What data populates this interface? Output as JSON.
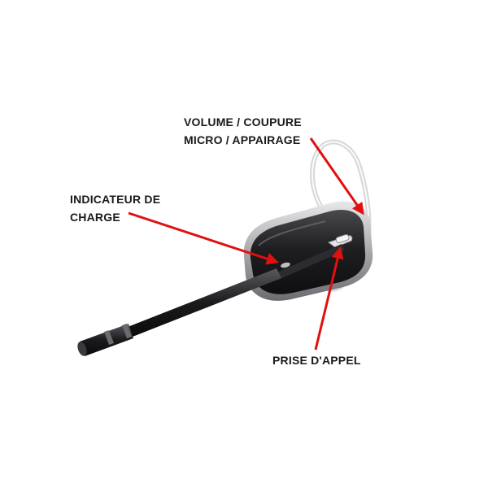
{
  "diagram": {
    "subject": "headset",
    "callouts": [
      {
        "id": "volume",
        "lines": [
          "VOLUME / COUPURE",
          "MICRO / APPAIRAGE"
        ]
      },
      {
        "id": "charge",
        "lines": [
          "INDICATEUR DE",
          "CHARGE"
        ]
      },
      {
        "id": "call",
        "lines": [
          "PRISE D'APPEL"
        ]
      }
    ],
    "colors": {
      "arrow": "#e01010",
      "label_text": "#1a1a1a",
      "headset_body": "#2a2a2c",
      "headset_trim": "#c9c9cc",
      "ear_hook": "#dcdde0",
      "background": "#ffffff"
    }
  }
}
